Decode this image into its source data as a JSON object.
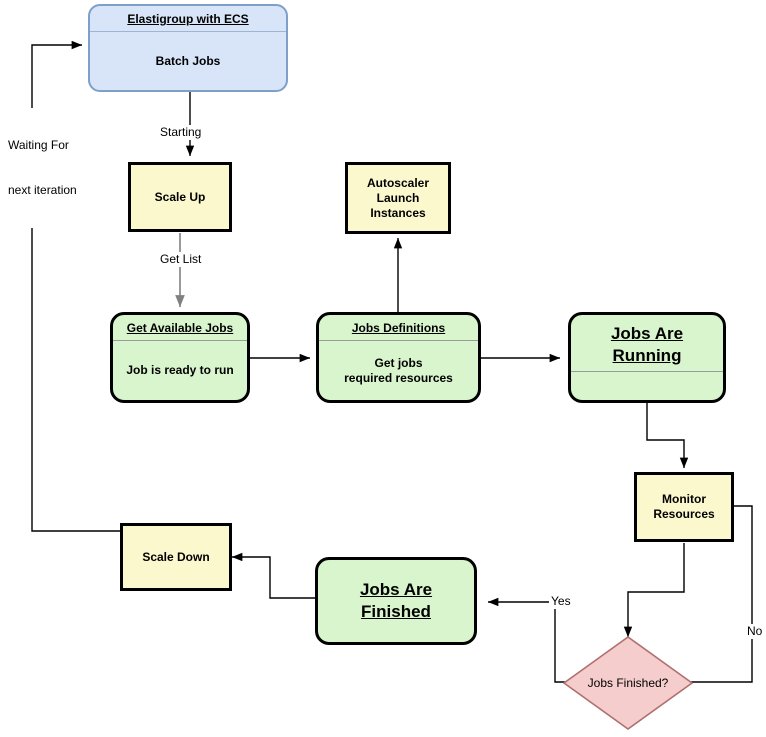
{
  "diagram": {
    "title": "Elastigroup with ECS batch jobs autoscaling flow",
    "colors": {
      "blue_fill": "#d8e5f8",
      "blue_stroke": "#7d9fc9",
      "yellow_fill": "#fcf8cd",
      "green_fill": "#d9f5cd",
      "pink_fill": "#f5cdcd",
      "pink_stroke": "#b07070",
      "stroke": "#000000",
      "divider": "#9a9a9a",
      "gray_edge": "#808080"
    }
  },
  "nodes": {
    "elastigroup": {
      "title": "Elastigroup with ECS",
      "body": "Batch Jobs"
    },
    "scale_up": {
      "label": "Scale Up"
    },
    "autoscaler": {
      "line1": "Autoscaler",
      "line2": "Launch",
      "line3": "Instances"
    },
    "get_available_jobs": {
      "title": "Get Available Jobs",
      "body": "Job is ready to run"
    },
    "jobs_definitions": {
      "title": "Jobs Definitions",
      "body_line1": "Get jobs",
      "body_line2": "required resources"
    },
    "jobs_are_running": {
      "title_line1": "Jobs Are",
      "title_line2": "Running"
    },
    "monitor_resources": {
      "line1": "Monitor",
      "line2": "Resources"
    },
    "jobs_finished_decision": {
      "label": "Jobs Finished?"
    },
    "jobs_are_finished": {
      "title_line1": "Jobs Are ",
      "title_line2": "Finished"
    },
    "scale_down": {
      "label": "Scale Down"
    }
  },
  "edge_labels": {
    "waiting_line1": "Waiting For",
    "waiting_line2": "next iteration",
    "starting": "Starting",
    "get_list": "Get List",
    "yes": "Yes",
    "no": "No"
  }
}
